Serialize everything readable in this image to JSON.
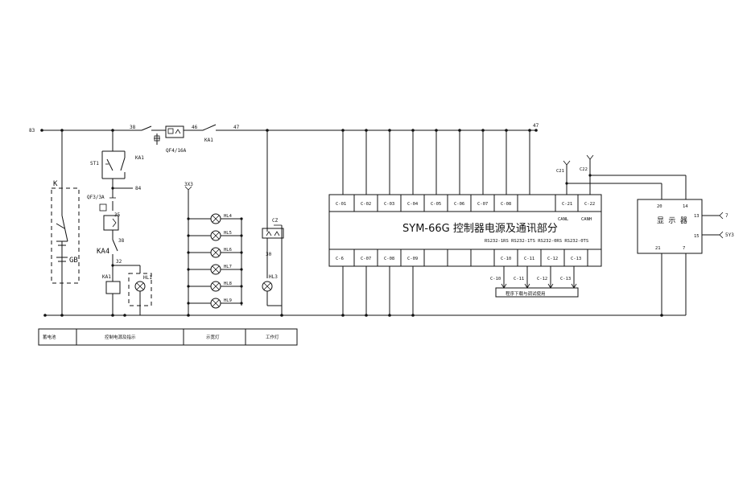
{
  "main_wire_labels": [
    "83",
    "38",
    "46",
    "KA1",
    "47",
    "47"
  ],
  "left": {
    "k_label": "K",
    "gb_label": "GB",
    "st1_label": "ST1",
    "ka1_contact_label": "KA1",
    "node_84": "84",
    "qf3_label": "QF3/3A",
    "node_35": "35",
    "node_38b": "38",
    "ka4_label": "KA4",
    "node_32": "32",
    "ka1_coil_label": "KA1",
    "hl1_label": "HL1",
    "qf4_label": "QF4/16A"
  },
  "lamps": {
    "bus_label": "3X3",
    "items": [
      "HL4",
      "HL5",
      "HL6",
      "HL7",
      "HL8",
      "HL9"
    ]
  },
  "socket": {
    "cz_label": "CZ",
    "node_30": "30",
    "hl3_label": "HL3"
  },
  "controller": {
    "title": "SYM-66G 控制器电源及通讯部分",
    "top_terminals": [
      "C-01",
      "C-02",
      "C-03",
      "C-04",
      "C-05",
      "C-06",
      "C-07",
      "C-08",
      "",
      "C-21",
      "C-22"
    ],
    "can_labels": [
      "CANL",
      "CANH"
    ],
    "rs_labels": "RS232-1RS RS232-1TS RS232-0RS RS232-0TS",
    "bottom_terminals": [
      "C-6",
      "C-07",
      "C-08",
      "C-09",
      "",
      "",
      "",
      "C-10",
      "C-11",
      "C-12",
      "C-13",
      ""
    ],
    "program_terms": [
      "C-10",
      "C-11",
      "C-12",
      "C-13"
    ],
    "program_box": "程序下载与调试使用",
    "c21_label": "C21",
    "c22_label": "C22"
  },
  "display": {
    "title": "显 示 器",
    "pins": [
      "20",
      "14",
      "13",
      "15",
      "21",
      "7"
    ],
    "ext_labels": [
      "7",
      "5Y3"
    ]
  },
  "legend": [
    "蓄电池",
    "控制电源及指示",
    "示宽灯",
    "工作灯"
  ]
}
